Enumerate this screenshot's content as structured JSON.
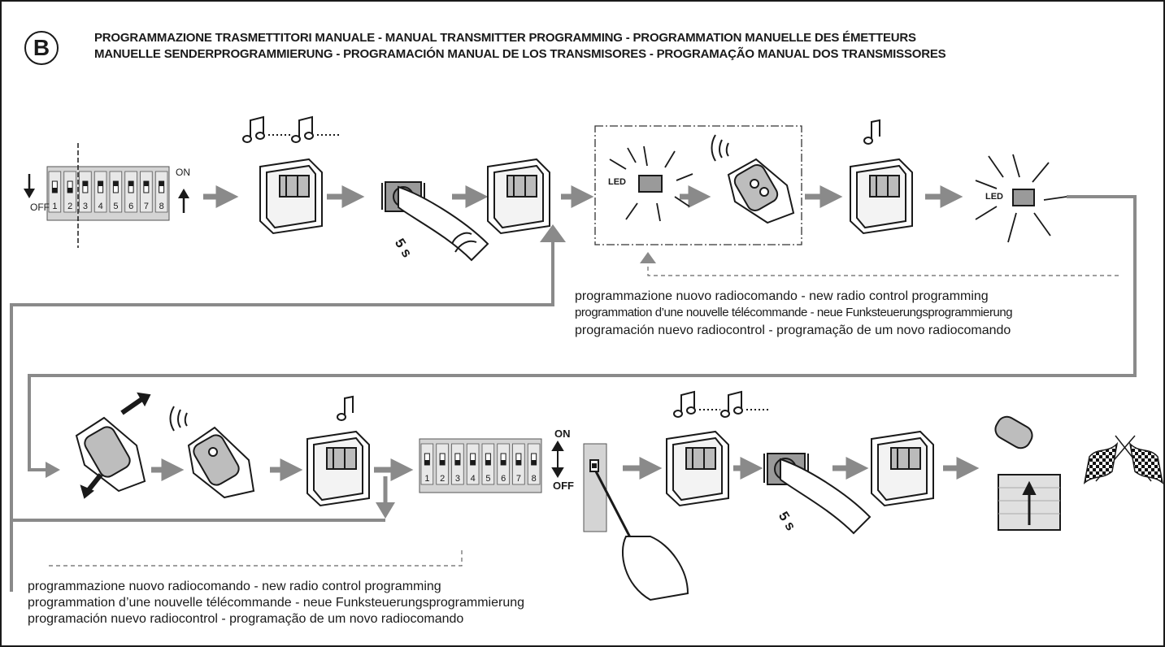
{
  "header": {
    "badge_letter": "B",
    "title_line1": "PROGRAMMAZIONE TRASMETTITORI MANUALE - MANUAL TRANSMITTER PROGRAMMING - PROGRAMMATION MANUELLE DES ÉMETTEURS",
    "title_line2": "MANUELLE SENDERPROGRAMMIERUNG - PROGRAMACIÓN MANUAL DE LOS TRANSMISORES - PROGRAMAÇÃO MANUAL DOS TRANSMISSORES"
  },
  "step_dip": {
    "labels_on": "ON",
    "labels_off": "OFF",
    "switch_numbers": [
      "1",
      "2",
      "3",
      "4",
      "5",
      "6",
      "7",
      "8"
    ]
  },
  "timing": {
    "press_5s": "5 s"
  },
  "led": {
    "label": "LED"
  },
  "caption_top": {
    "line1": "programmazione nuovo radiocomando - new radio control programming",
    "line2": "programmation d’une nouvelle télécommande - neue Funksteuerungsprogrammierung",
    "line3": "programación nuevo radiocontrol - programação de um novo radiocomando"
  },
  "caption_bottom": {
    "line1": "programmazione nuovo radiocomando - new radio control programming",
    "line2": "programmation d’une nouvelle télécommande - neue Funksteuerungsprogrammierung",
    "line3": "programación nuevo radiocontrol - programação de um novo radiocomando"
  },
  "colors": {
    "arrow": "#8a8a8a",
    "panel": "#d4d4d4",
    "ink": "#1a1a1a"
  }
}
